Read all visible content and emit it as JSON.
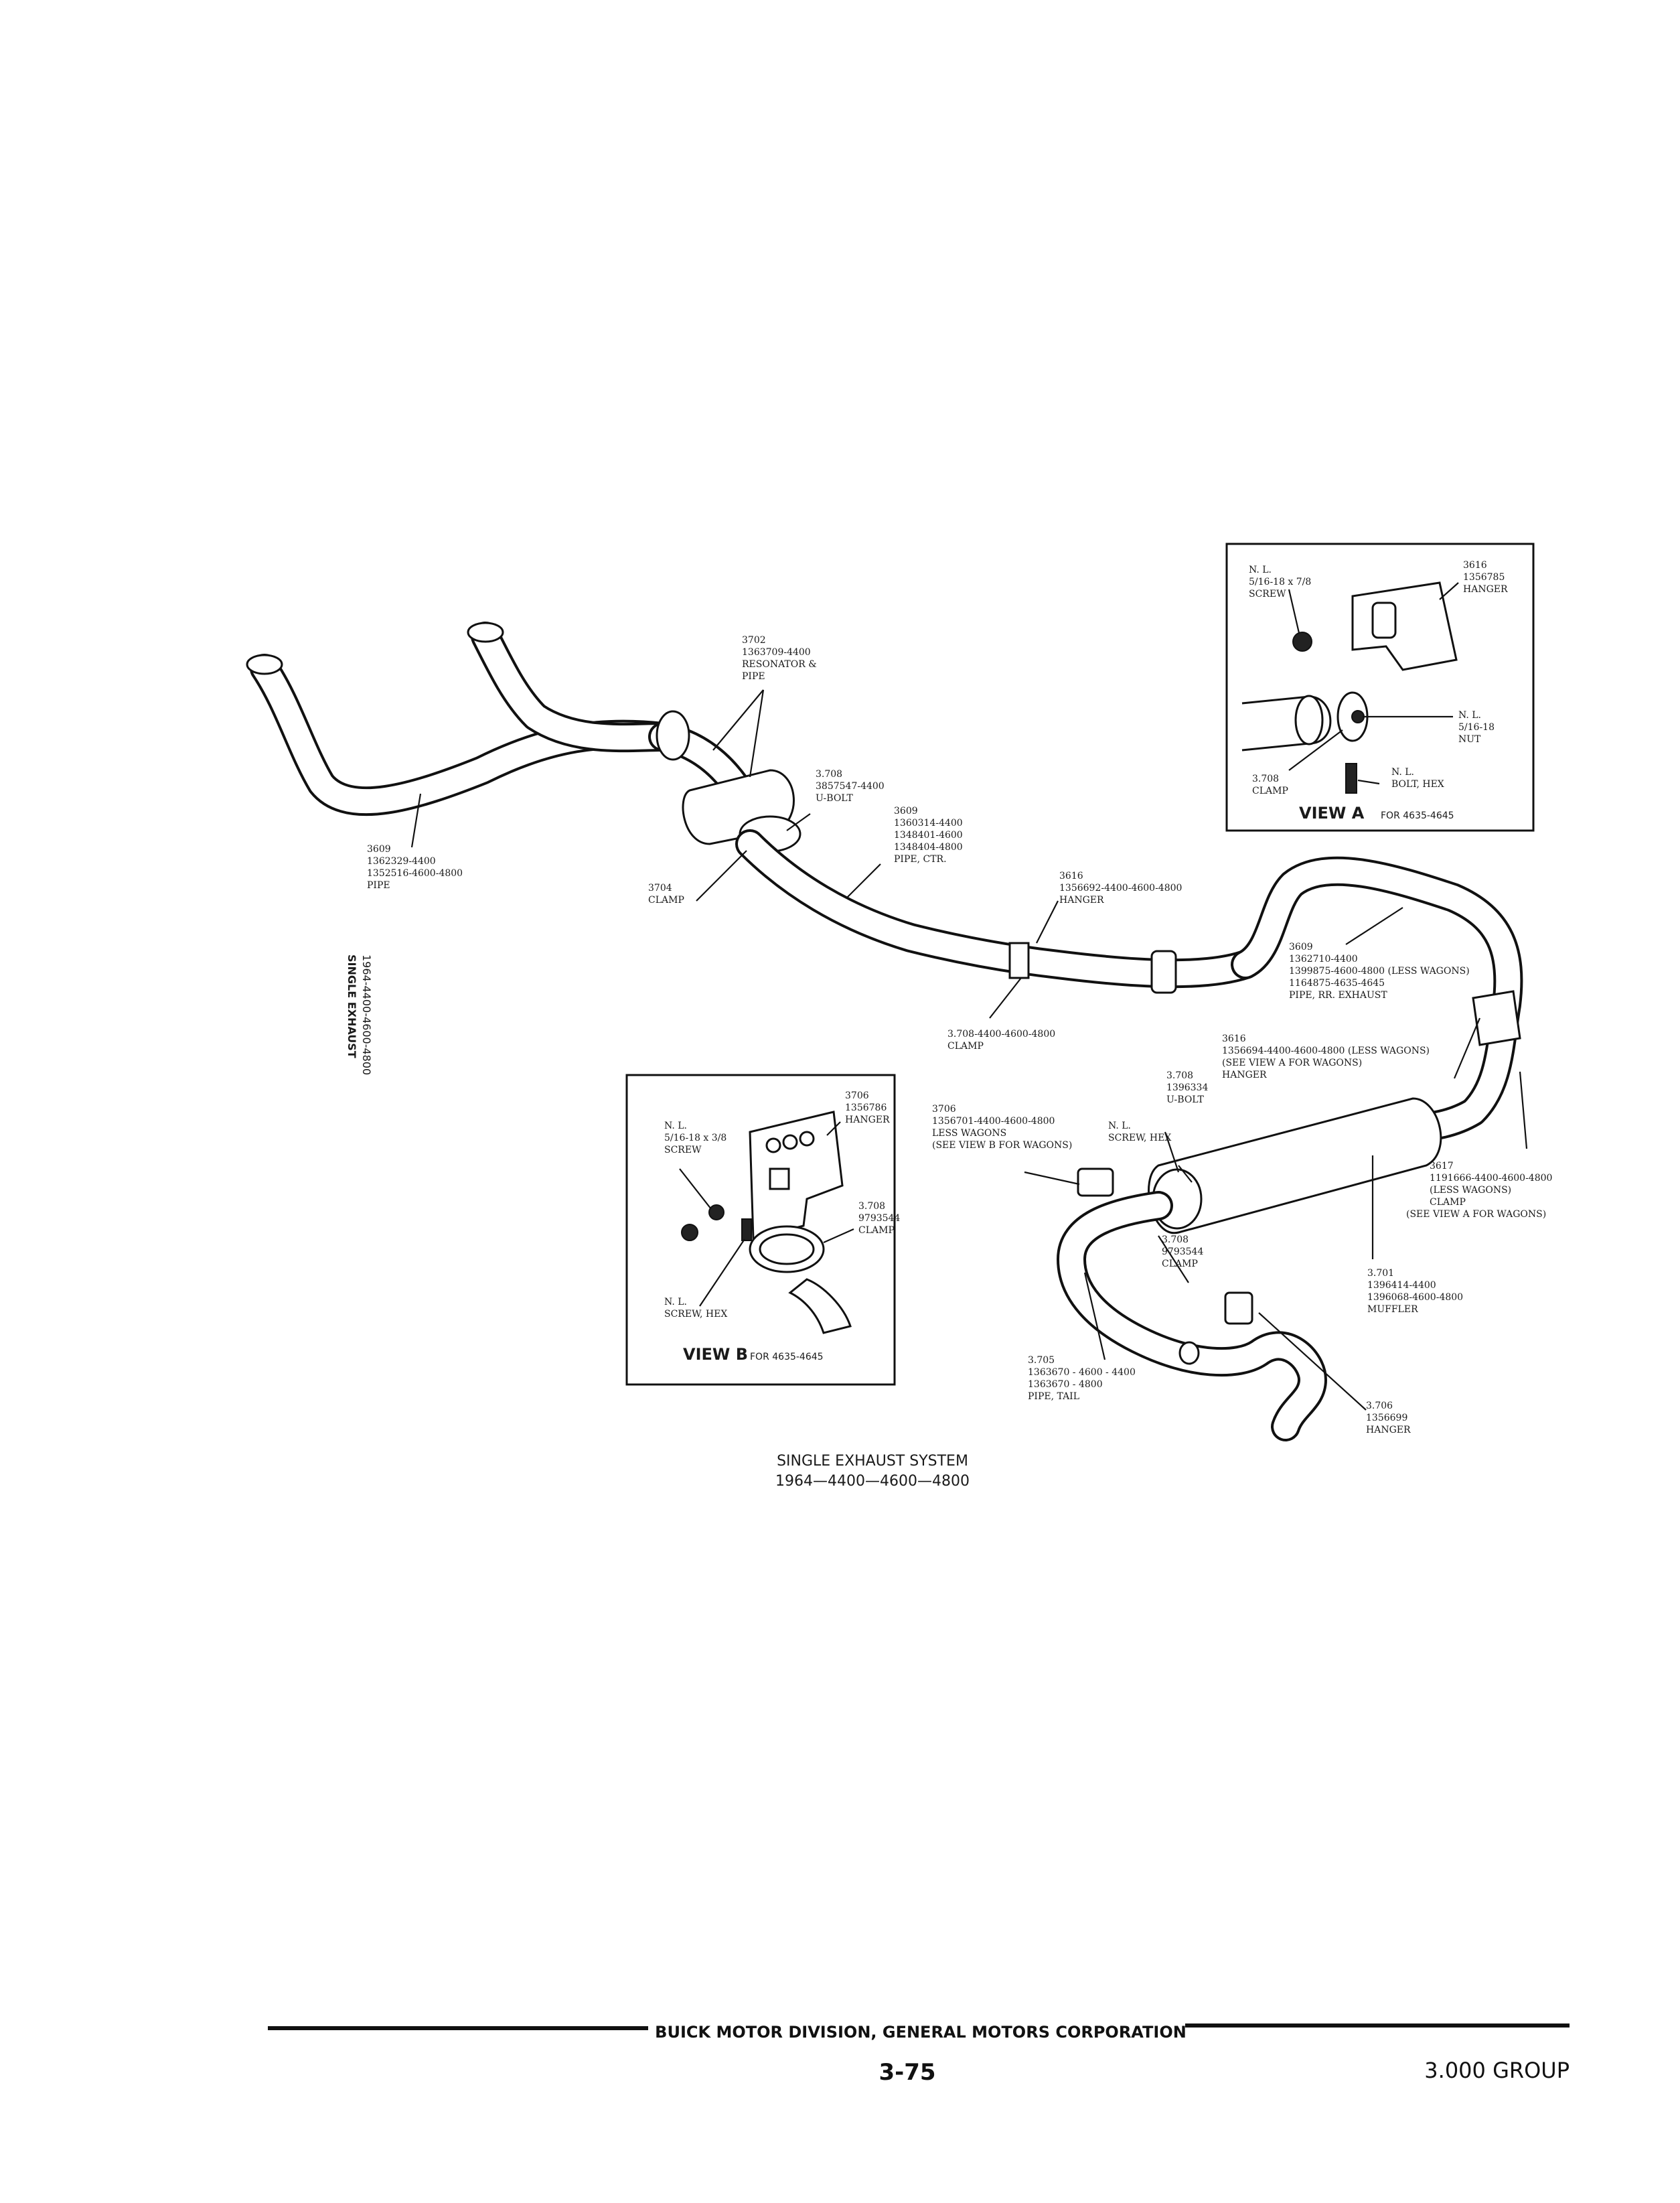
{
  "caption": {
    "line1": "SINGLE EXHAUST SYSTEM",
    "line2": "1964—4400—4600—4800"
  },
  "side_caption": {
    "line1": "SINGLE EXHAUST",
    "line2": "1964-4400-4600-4800"
  },
  "footer": {
    "company": "BUICK MOTOR DIVISION, GENERAL MOTORS CORPORATION",
    "page": "3-75",
    "group": "3.000 GROUP"
  },
  "labels": {
    "resonator": [
      "3702",
      "1363709-4400",
      "RESONATOR &",
      "PIPE"
    ],
    "ubolt_front": [
      "3.708",
      "3857547-4400",
      "U-BOLT"
    ],
    "pipe_ctr": [
      "3609",
      "1360314-4400",
      "1348401-4600",
      "1348404-4800",
      "PIPE, CTR."
    ],
    "pipe_front": [
      "3609",
      "1362329-4400",
      "1352516-4600-4800",
      "PIPE"
    ],
    "clamp_3704": [
      "3704",
      "CLAMP"
    ],
    "hanger_3616": [
      "3616",
      "1356692-4400-4600-4800",
      "HANGER"
    ],
    "clamp_3708": [
      "3.708-4400-4600-4800",
      "CLAMP"
    ],
    "pipe_rr": [
      "3609",
      "1362710-4400",
      "1399875-4600-4800 (LESS WAGONS)",
      "1164875-4635-4645",
      "PIPE, RR. EXHAUST"
    ],
    "hanger_view_a": [
      "3616",
      "1356694-4400-4600-4800 (LESS WAGONS)",
      "(SEE VIEW A FOR WAGONS)",
      "HANGER"
    ],
    "ubolt_rear": [
      "3.708",
      "1396334",
      "U-BOLT"
    ],
    "hanger_3706": [
      "3706",
      "1356701-4400-4600-4800",
      "LESS WAGONS",
      "(SEE VIEW B FOR WAGONS)"
    ],
    "screw_hex": [
      "N. L.",
      "SCREW, HEX"
    ],
    "clamp_3617": [
      "3617",
      "1191666-4400-4600-4800",
      "(LESS WAGONS)",
      "CLAMP",
      "(SEE VIEW A FOR WAGONS)"
    ],
    "muffler": [
      "3.701",
      "1396414-4400",
      "1396068-4600-4800",
      "MUFFLER"
    ],
    "clamp_9793544": [
      "3.708",
      "9793544",
      "CLAMP"
    ],
    "tail_pipe": [
      "3.705",
      "1363670 - 4600 - 4400",
      "1363670 - 4800",
      "PIPE, TAIL"
    ],
    "hanger_rear": [
      "3.706",
      "1356699",
      "HANGER"
    ]
  },
  "view_a": {
    "title": "VIEW A",
    "title_suffix": "FOR 4635-4645",
    "screw": [
      "N. L.",
      "5/16-18 x 7/8",
      "SCREW"
    ],
    "hanger": [
      "3616",
      "1356785",
      "HANGER"
    ],
    "nut": [
      "N. L.",
      "5/16-18",
      "NUT"
    ],
    "clamp": [
      "3.708",
      "CLAMP"
    ],
    "bolt": [
      "N. L.",
      "BOLT, HEX"
    ]
  },
  "view_b": {
    "title": "VIEW B",
    "title_suffix": "FOR 4635-4645",
    "hanger": [
      "3706",
      "1356786",
      "HANGER"
    ],
    "screw": [
      "N. L.",
      "5/16-18 x 3/8",
      "SCREW"
    ],
    "clamp": [
      "3.708",
      "9793544",
      "CLAMP"
    ],
    "screw_hex": [
      "N. L.",
      "SCREW, HEX"
    ]
  }
}
